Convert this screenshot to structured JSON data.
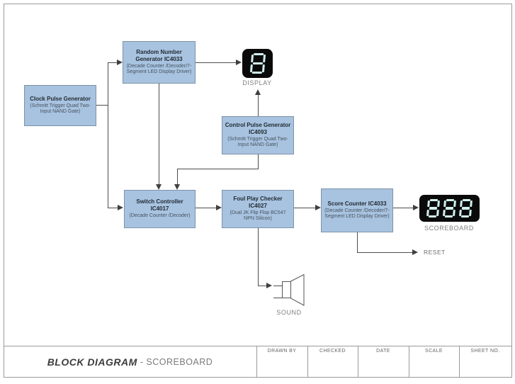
{
  "diagram": {
    "blocks": {
      "clock": {
        "title": "Clock Pulse Generator",
        "subtitle": "(Schmitt Trigger Quad Two-Input NAND Gate)"
      },
      "random": {
        "title": "Random Number Generator IC4033",
        "subtitle": "(Decade Counter /Decoder/7-Segment LED Display Driver)"
      },
      "control": {
        "title": "Control Pulse Generator IC4093",
        "subtitle": "(Schmitt Trigger Quad Two-Input NAND Gate)"
      },
      "switch": {
        "title": "Switch Controller IC4017",
        "subtitle": "(Decade Counter /Decoder)"
      },
      "foul": {
        "title": "Foul Play Checker IC4027",
        "subtitle": "(Dual JK Flip Flop BC547 NPN Silicon)"
      },
      "score": {
        "title": "Score Counter IC4033",
        "subtitle": "(Decade Counter /Decoder/7-Segment LED Display Driver)"
      }
    },
    "devices": {
      "display": {
        "label": "DISPLAY",
        "digits": "8",
        "icon": "seven-segment-display-icon"
      },
      "scoreboard": {
        "label": "SCOREBOARD",
        "digits": "888",
        "icon": "seven-segment-display-icon"
      },
      "sound": {
        "label": "SOUND",
        "icon": "speaker-icon"
      },
      "reset": {
        "label": "RESET"
      }
    },
    "colors": {
      "block_fill": "#a8c3e0",
      "block_border": "#7d92a7",
      "wire": "#4d4d4d",
      "segment": "#d2f1f1",
      "display_bg": "#0a0a0a",
      "page_border": "#9a9a9a"
    }
  },
  "title_block": {
    "title": "BLOCK DIAGRAM",
    "separator": "-",
    "subtitle": "SCOREBOARD",
    "fields": [
      "DRAWN BY",
      "CHECKED",
      "DATE",
      "SCALE",
      "SHEET NO."
    ]
  }
}
